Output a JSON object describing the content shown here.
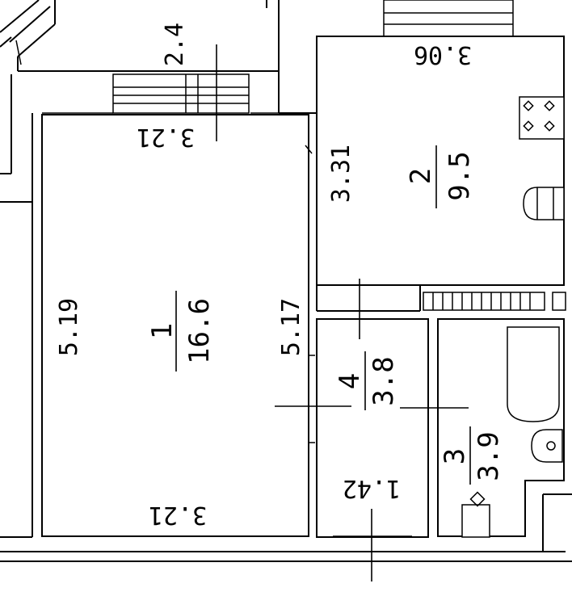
{
  "plan": {
    "rooms": [
      {
        "number": "1",
        "area": "16.6"
      },
      {
        "number": "2",
        "area": "9.5"
      },
      {
        "number": "3",
        "area": "3.9"
      },
      {
        "number": "4",
        "area": "3.8"
      }
    ],
    "dimensions": {
      "balcony_width": "2.4",
      "room1_top_width": "3.21",
      "room1_bottom_width": "3.21",
      "room1_left_length": "5.19",
      "room1_right_length": "5.17",
      "kitchen_width": "3.06",
      "kitchen_length": "3.31",
      "hall_width": "1.42"
    }
  }
}
